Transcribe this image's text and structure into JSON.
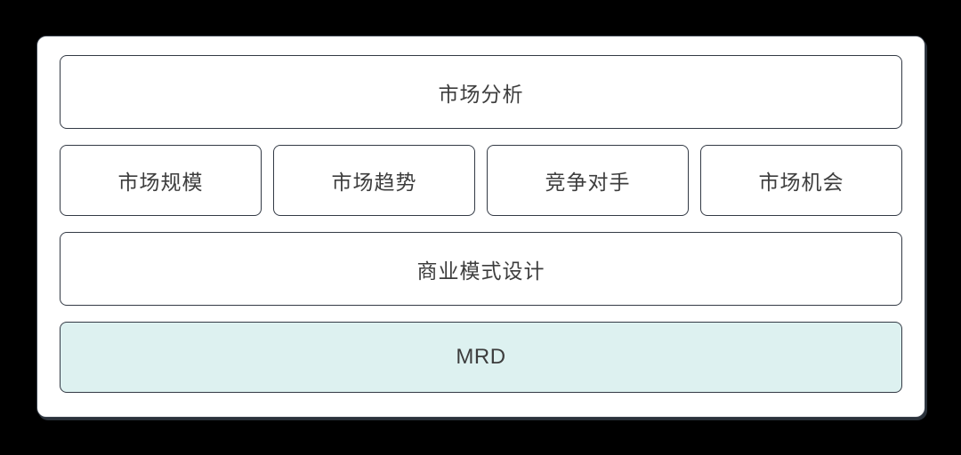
{
  "diagram": {
    "title_row": {
      "label": "市场分析"
    },
    "factors_row": {
      "items": [
        {
          "label": "市场规模"
        },
        {
          "label": "市场趋势"
        },
        {
          "label": "竞争对手"
        },
        {
          "label": "市场机会"
        }
      ]
    },
    "business_model_row": {
      "label": "商业模式设计"
    },
    "output_row": {
      "label": "MRD"
    }
  },
  "colors": {
    "page_background": "#000000",
    "panel_background": "#ffffff",
    "box_border": "#333a45",
    "box_text": "#3d3d3d",
    "mrd_background": "#ddf1f0"
  }
}
